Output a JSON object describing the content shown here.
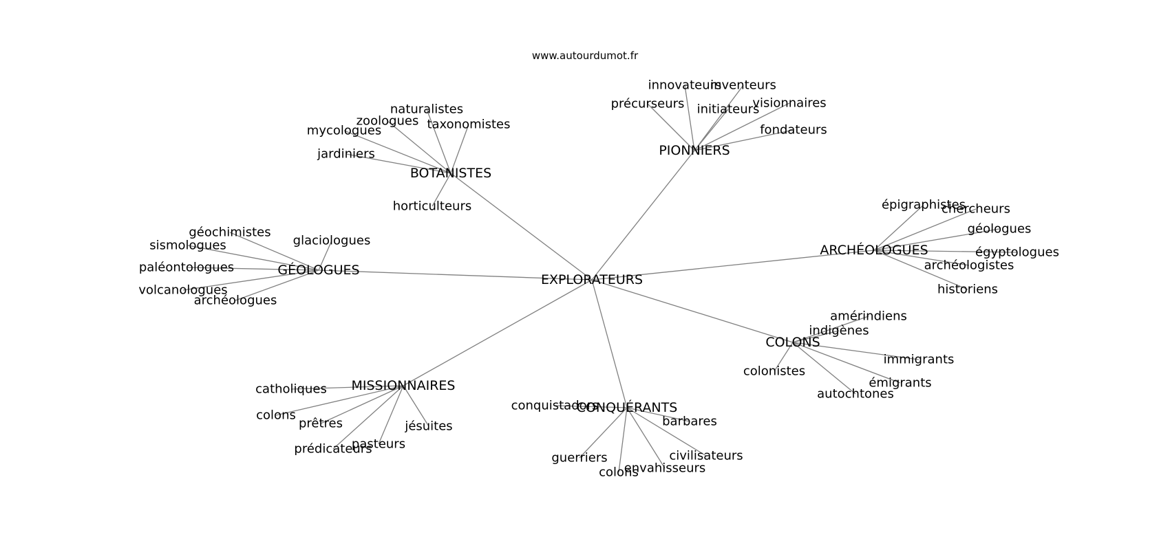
{
  "source": "www.autourdumot.fr",
  "colors": {
    "edge": "#808080",
    "text": "#000000",
    "background": "#ffffff"
  },
  "graph": {
    "center": "EXPLORATEURS",
    "clusters": [
      {
        "hub": "BOTANISTES",
        "leaves": [
          "naturalistes",
          "zoologues",
          "taxonomistes",
          "mycologues",
          "jardiniers",
          "horticulteurs"
        ]
      },
      {
        "hub": "PIONNIERS",
        "leaves": [
          "innovateurs",
          "inventeurs",
          "précurseurs",
          "initiateurs",
          "visionnaires",
          "fondateurs"
        ]
      },
      {
        "hub": "ARCHÉOLOGUES",
        "leaves": [
          "épigraphistes",
          "chercheurs",
          "géologues",
          "égyptologues",
          "archéologistes",
          "historiens"
        ]
      },
      {
        "hub": "GÉOLOGUES",
        "leaves": [
          "géochimistes",
          "sismologues",
          "glaciologues",
          "paléontologues",
          "volcanologues",
          "archéologues"
        ]
      },
      {
        "hub": "COLONS",
        "leaves": [
          "amérindiens",
          "indigènes",
          "immigrants",
          "colonistes",
          "émigrants",
          "autochtones"
        ]
      },
      {
        "hub": "MISSIONNAIRES",
        "leaves": [
          "catholiques",
          "colons",
          "prêtres",
          "jésuites",
          "pasteurs",
          "prédicateurs"
        ]
      },
      {
        "hub": "CONQUÉRANTS",
        "leaves": [
          "conquistadors",
          "barbares",
          "civilisateurs",
          "guerriers",
          "envahisseurs",
          "colons"
        ]
      }
    ]
  }
}
